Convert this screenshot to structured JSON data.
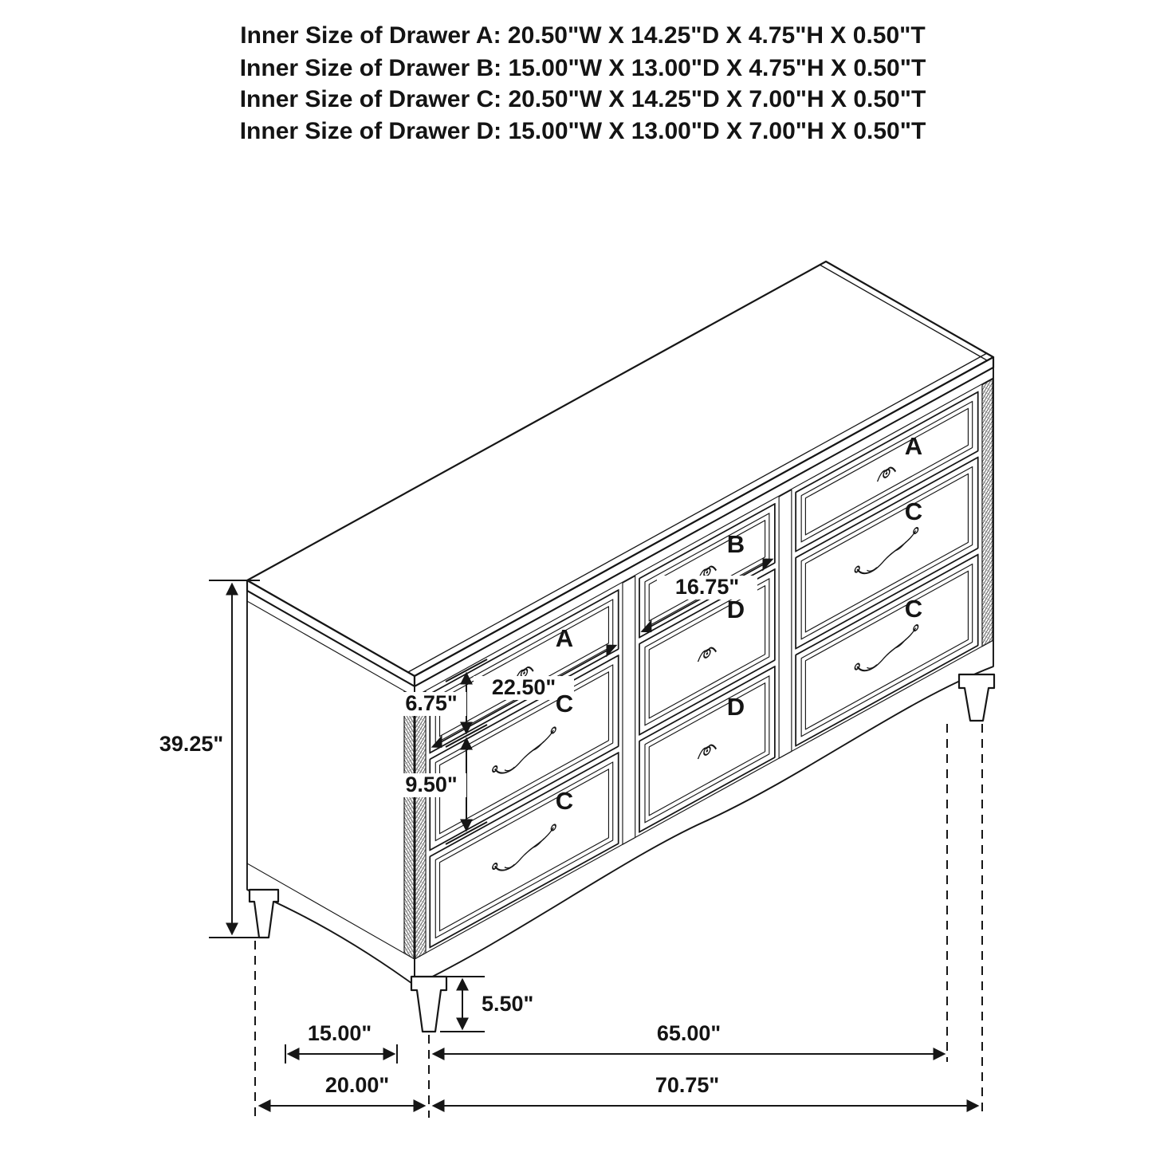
{
  "header": {
    "lines": [
      "Inner Size of Drawer A: 20.50\"W X 14.25\"D X 4.75\"H X 0.50\"T",
      "Inner Size of Drawer B: 15.00\"W X 13.00\"D X 4.75\"H X 0.50\"T",
      "Inner Size of Drawer C: 20.50\"W X 14.25\"D X 7.00\"H X 0.50\"T",
      "Inner Size of Drawer D: 15.00\"W X 13.00\"D X 7.00\"H X 0.50\"T"
    ]
  },
  "drawer_grid": {
    "columns": [
      {
        "name": "front-left",
        "labels": [
          "A",
          "C",
          "C"
        ]
      },
      {
        "name": "middle",
        "labels": [
          "B",
          "D",
          "D"
        ]
      },
      {
        "name": "right",
        "labels": [
          "A",
          "C",
          "C"
        ]
      }
    ]
  },
  "dimensions": {
    "overall_height": "39.25\"",
    "top_drawer_height": "6.75\"",
    "lower_drawer_height": "9.50\"",
    "leg_height": "5.50\"",
    "depth_between_legs": "15.00\"",
    "overall_depth": "20.00\"",
    "width_between_legs": "65.00\"",
    "overall_width": "70.75\"",
    "middle_drawer_width": "16.75\"",
    "side_drawer_width": "22.50\""
  },
  "colors": {
    "line": "#161616",
    "label_red": "#b32025",
    "background": "#ffffff"
  }
}
